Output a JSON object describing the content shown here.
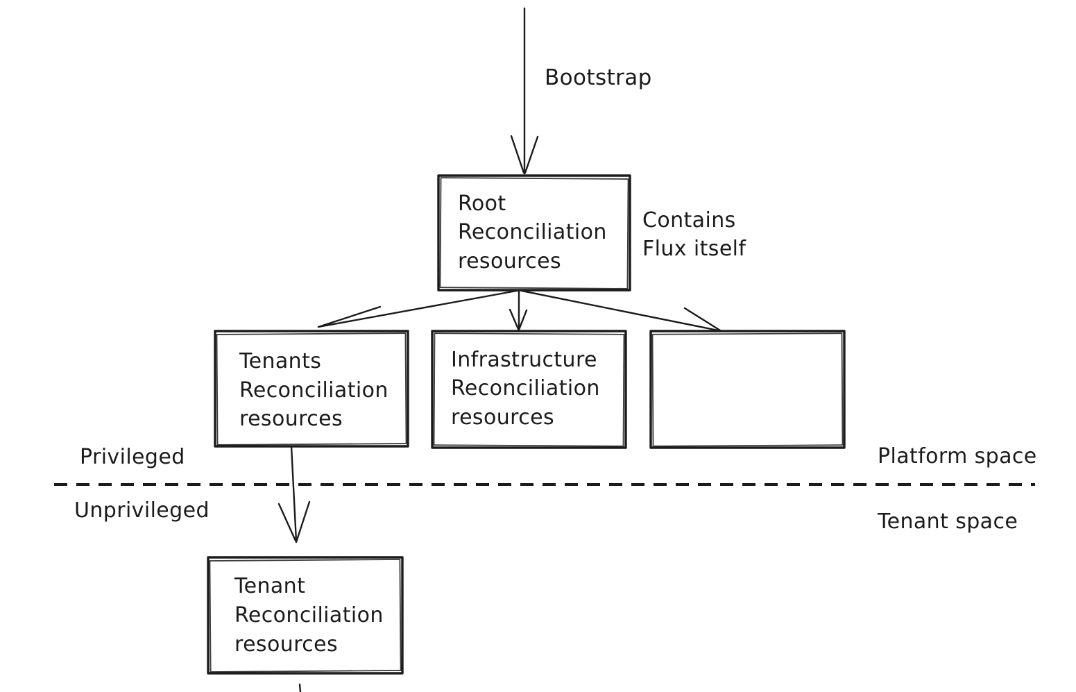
{
  "diagram": {
    "background_color": "#ffffff",
    "ink_color": "#1b1b1b",
    "bootstrap": {
      "label": "Bootstrap"
    },
    "root": {
      "lines": [
        "Root",
        "Reconciliation",
        "resources"
      ],
      "note": [
        "Contains",
        "Flux itself"
      ]
    },
    "tenants": {
      "lines": [
        "Tenants",
        "Reconciliation",
        "resources"
      ]
    },
    "infrastructure": {
      "lines": [
        "Infrastructure",
        "Reconciliation",
        "resources"
      ]
    },
    "empty_box": {
      "lines": []
    },
    "tenant": {
      "lines": [
        "Tenant",
        "Reconciliation",
        "resources"
      ]
    },
    "zones": {
      "privileged": "Privileged",
      "unprivileged": "Unprivileged",
      "platform": "Platform space",
      "tenant_space": "Tenant space"
    }
  }
}
